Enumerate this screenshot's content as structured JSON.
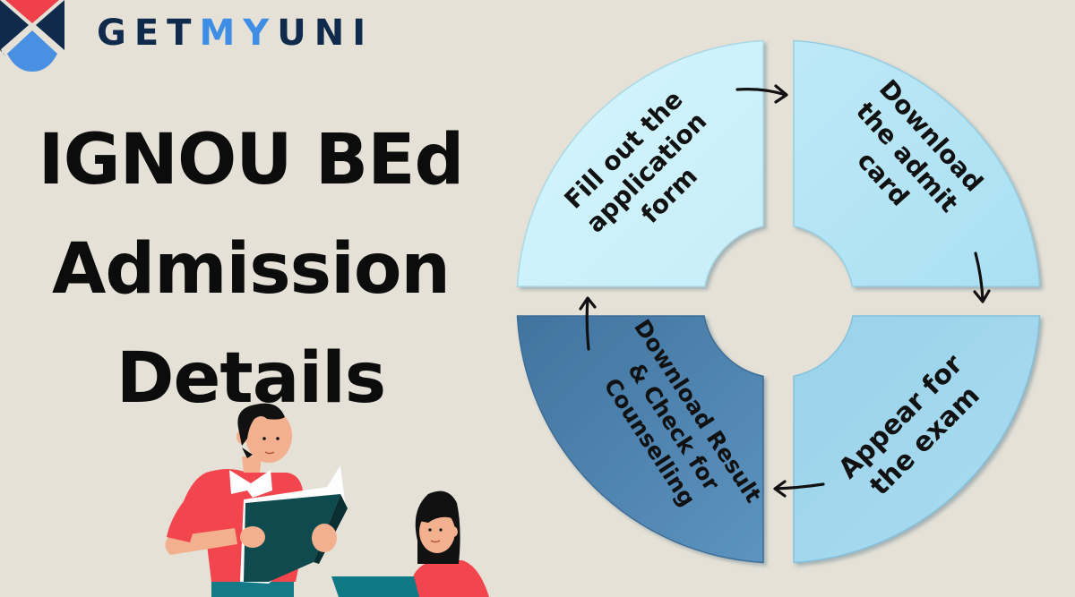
{
  "brand": {
    "name_parts": [
      "GET",
      "MY",
      "UNI"
    ],
    "colors": {
      "navy": "#102a4c",
      "blue": "#3f8ee6",
      "red": "#f0404a",
      "logo_blue": "#4a90e2"
    }
  },
  "headline": {
    "lines": [
      "IGNOU BEd",
      "Admission",
      "Details"
    ]
  },
  "process_cycle": {
    "steps": [
      {
        "position": "top-left",
        "lines": [
          "Fill out the",
          "application",
          "form"
        ],
        "color": "#cdf1fb"
      },
      {
        "position": "top-right",
        "lines": [
          "Download",
          "the admit",
          "card"
        ],
        "color": "#b6e4f5"
      },
      {
        "position": "bottom-right",
        "lines": [
          "Appear for",
          "the exam"
        ],
        "color": "#9fd3ea"
      },
      {
        "position": "bottom-left",
        "lines": [
          "Download Result",
          "& Check for",
          "Counselling"
        ],
        "color": "#4f86b3"
      }
    ],
    "arrows": [
      "top-left-to-top-right",
      "top-right-to-bottom-right",
      "bottom-right-to-bottom-left",
      "bottom-left-to-top-left"
    ]
  },
  "illustration": {
    "description": "teacher reading a book with a student",
    "colors": {
      "shirt": "#f2454d",
      "book": "#0f4a4f",
      "skin": "#f3b08e",
      "hair": "#111111",
      "laptop": "#0f7a86"
    }
  }
}
